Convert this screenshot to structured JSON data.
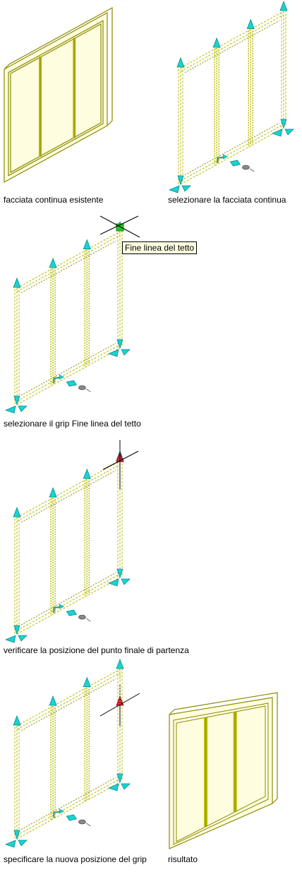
{
  "colors": {
    "wall": "#b8b800",
    "wall_dark": "#8a8a00",
    "grip_cyan": "#19d3d3",
    "grip_green": "#22cc22",
    "grip_red": "#e0204a",
    "cursor": "#000000",
    "tooltip_bg": "#ffffe1"
  },
  "steps": [
    {
      "caption": "facciata continua esistente",
      "view": "solid"
    },
    {
      "caption": "selezionare la facciata continua",
      "view": "grips"
    },
    {
      "caption": "selezionare il grip Fine linea del tetto",
      "view": "grips-hover",
      "tooltip": "Fine linea del tetto"
    },
    {
      "caption": "verificare la posizione del punto finale di partenza",
      "view": "grips-active"
    },
    {
      "caption": "specificare la nuova posizione del grip",
      "view": "grips-moved"
    },
    {
      "caption": "risultato",
      "view": "solid-result"
    }
  ]
}
